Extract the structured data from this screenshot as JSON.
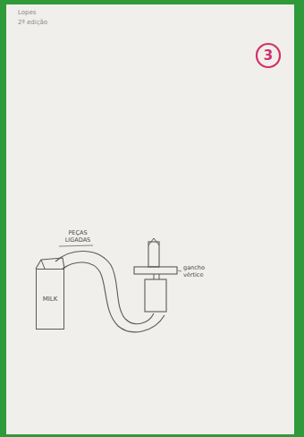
{
  "diagram": {
    "nodes": [
      {
        "text": [
          "MILK"
        ]
      }
    ],
    "labels": [
      "Lopes",
      "2ª edição",
      "3",
      "PEÇAS LIGADAS",
      "gancho vértice"
    ]
  }
}
